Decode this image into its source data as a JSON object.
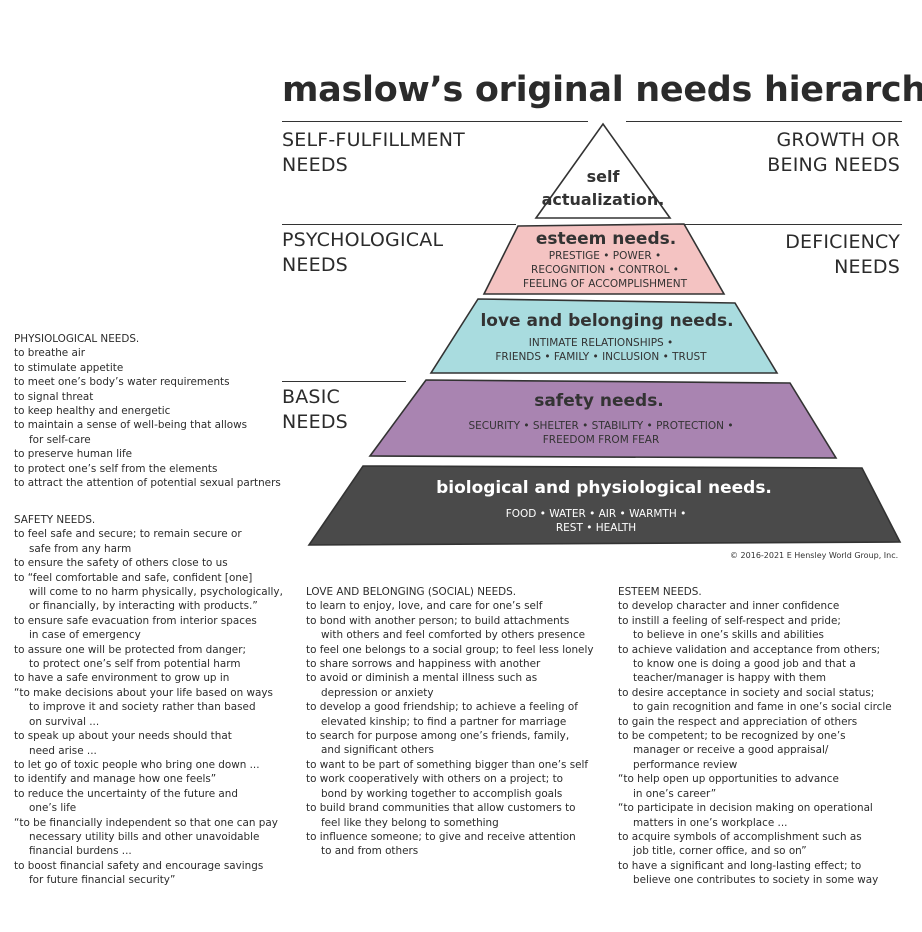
{
  "title": "maslow’s original needs hierarchy.",
  "categories": {
    "self_fulfillment": "SELF-FULFILLMENT\nNEEDS",
    "growth": "GROWTH OR\nBEING NEEDS",
    "psychological": "PSYCHOLOGICAL\nNEEDS",
    "deficiency": "DEFICIENCY\nNEEDS",
    "basic": "BASIC\nNEEDS"
  },
  "tiers": [
    {
      "title_lines": [
        "self",
        "actualization."
      ],
      "item_lines": [],
      "color": "#ffffff"
    },
    {
      "title_lines": [
        "esteem needs."
      ],
      "item_lines": [
        "PRESTIGE • POWER •",
        "RECOGNITION • CONTROL •",
        "FEELING OF ACCOMPLISHMENT"
      ],
      "color": "#f4c3c2"
    },
    {
      "title_lines": [
        "love and belonging needs."
      ],
      "item_lines": [
        "INTIMATE RELATIONSHIPS •",
        "FRIENDS • FAMILY • INCLUSION • TRUST"
      ],
      "color": "#a9dcdf"
    },
    {
      "title_lines": [
        "safety needs."
      ],
      "item_lines": [
        "SECURITY • SHELTER • STABILITY • PROTECTION •",
        "FREEDOM FROM FEAR"
      ],
      "color": "#a984b1"
    },
    {
      "title_lines": [
        "biological and physiological needs."
      ],
      "item_lines": [
        "FOOD • WATER • AIR • WARMTH •",
        "REST • HEALTH"
      ],
      "color": "#4a4a4a"
    }
  ],
  "copyright": "© 2016-2021 E Hensley World Group, Inc.",
  "lists": {
    "physiological": {
      "heading": "PHYSIOLOGICAL NEEDS.",
      "lines": [
        {
          "t": "to breathe air",
          "i": false
        },
        {
          "t": "to stimulate appetite",
          "i": false
        },
        {
          "t": "to meet one’s body’s water requirements",
          "i": false
        },
        {
          "t": "to signal threat",
          "i": false
        },
        {
          "t": "to keep healthy and energetic",
          "i": false
        },
        {
          "t": "to maintain a sense of well-being that allows",
          "i": false
        },
        {
          "t": "for self-care",
          "i": true
        },
        {
          "t": "to preserve human life",
          "i": false
        },
        {
          "t": "to protect one’s self from the elements",
          "i": false
        },
        {
          "t": "to attract the attention of potential sexual partners",
          "i": false
        }
      ]
    },
    "safety": {
      "heading": "SAFETY NEEDS.",
      "lines": [
        {
          "t": "to feel safe and secure; to remain secure or",
          "i": false
        },
        {
          "t": "safe from any harm",
          "i": true
        },
        {
          "t": "to ensure the safety of others close to us",
          "i": false
        },
        {
          "t": "to “feel comfortable and safe, confident [one]",
          "i": false
        },
        {
          "t": "will come to no harm physically, psychologically,",
          "i": true
        },
        {
          "t": "or financially, by interacting with products.”",
          "i": true
        },
        {
          "t": "to ensure safe evacuation from interior spaces",
          "i": false
        },
        {
          "t": "in case of emergency",
          "i": true
        },
        {
          "t": "to assure one will be protected from danger;",
          "i": false
        },
        {
          "t": "to protect one’s self from potential harm",
          "i": true
        },
        {
          "t": "to have a safe environment to grow up in",
          "i": false
        },
        {
          "t": "“to make decisions about your life based on ways",
          "i": false
        },
        {
          "t": "to improve it and society rather than based",
          "i": true
        },
        {
          "t": "on survival ...",
          "i": true
        },
        {
          "t": "to speak up about your needs should that",
          "i": false
        },
        {
          "t": "need arise ...",
          "i": true
        },
        {
          "t": "to let go of toxic people who bring one down ...",
          "i": false
        },
        {
          "t": "to identify and manage how one feels”",
          "i": false
        },
        {
          "t": "to reduce the uncertainty of the future and",
          "i": false
        },
        {
          "t": "one’s life",
          "i": true
        },
        {
          "t": "“to be financially independent so that one can pay",
          "i": false
        },
        {
          "t": "necessary utility bills and other unavoidable",
          "i": true
        },
        {
          "t": "financial burdens ...",
          "i": true
        },
        {
          "t": "to boost financial safety and encourage savings",
          "i": false
        },
        {
          "t": "for future financial security”",
          "i": true
        }
      ]
    },
    "love": {
      "heading": "LOVE AND BELONGING (SOCIAL) NEEDS.",
      "lines": [
        {
          "t": "to learn to enjoy, love, and care for one’s self",
          "i": false
        },
        {
          "t": "to bond with another person; to build attachments",
          "i": false
        },
        {
          "t": "with others and feel comforted by others presence",
          "i": true
        },
        {
          "t": "to feel one belongs to a social group; to feel less lonely",
          "i": false
        },
        {
          "t": "to share sorrows and happiness with another",
          "i": false
        },
        {
          "t": "to avoid or diminish a mental illness such as",
          "i": false
        },
        {
          "t": "depression or anxiety",
          "i": true
        },
        {
          "t": "to develop a good friendship; to achieve a feeling of",
          "i": false
        },
        {
          "t": "elevated kinship; to find a partner for marriage",
          "i": true
        },
        {
          "t": "to search for purpose among one’s friends, family,",
          "i": false
        },
        {
          "t": "and significant others",
          "i": true
        },
        {
          "t": "to want to be part of something bigger than one’s self",
          "i": false
        },
        {
          "t": "to work cooperatively with others on a project; to",
          "i": false
        },
        {
          "t": "bond by working together to accomplish goals",
          "i": true
        },
        {
          "t": "to build brand communities that allow customers to",
          "i": false
        },
        {
          "t": "feel like they belong to something",
          "i": true
        },
        {
          "t": "to influence someone; to give and receive attention",
          "i": false
        },
        {
          "t": "to and from others",
          "i": true
        }
      ]
    },
    "esteem": {
      "heading": "ESTEEM NEEDS.",
      "lines": [
        {
          "t": "to develop character and inner confidence",
          "i": false
        },
        {
          "t": "to instill a feeling of self-respect and pride;",
          "i": false
        },
        {
          "t": "to believe in one’s skills and abilities",
          "i": true
        },
        {
          "t": "to achieve validation and acceptance from others;",
          "i": false
        },
        {
          "t": "to know one is doing a good job and that a",
          "i": true
        },
        {
          "t": "teacher/manager is happy with them",
          "i": true
        },
        {
          "t": "to desire acceptance in society and social status;",
          "i": false
        },
        {
          "t": "to gain recognition and fame in one’s social circle",
          "i": true
        },
        {
          "t": "to gain the respect and appreciation of others",
          "i": false
        },
        {
          "t": "to be competent; to be recognized by one’s",
          "i": false
        },
        {
          "t": "manager or receive a good appraisal/",
          "i": true
        },
        {
          "t": "performance review",
          "i": true
        },
        {
          "t": "“to help open up opportunities to advance",
          "i": false
        },
        {
          "t": "in one’s career”",
          "i": true
        },
        {
          "t": "“to participate in decision making on operational",
          "i": false
        },
        {
          "t": "matters in one’s workplace ...",
          "i": true
        },
        {
          "t": "to acquire symbols of accomplishment such as",
          "i": false
        },
        {
          "t": "job title, corner office, and so on”",
          "i": true
        },
        {
          "t": "to have a significant and long-lasting effect; to",
          "i": false
        },
        {
          "t": "believe one contributes to society in some way",
          "i": true
        }
      ]
    }
  }
}
